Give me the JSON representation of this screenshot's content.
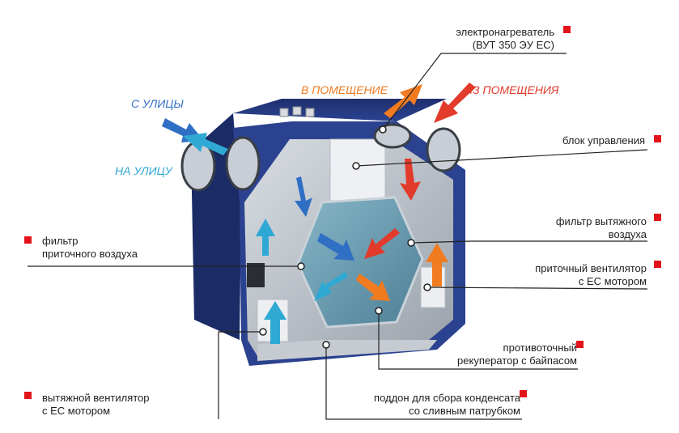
{
  "colors": {
    "marker": "#e3131b",
    "casing": "#253a86",
    "leader": "#222222",
    "fresh_air": "#2f6fc4",
    "exhaust_air": "#2fa9d4",
    "supply_air": "#f07b20",
    "extract_air": "#e23a2b"
  },
  "flows": {
    "from_street": "С УЛИЦЫ",
    "to_street": "НА УЛИЦУ",
    "to_room": "В ПОМЕЩЕНИЕ",
    "from_room": "ИЗ ПОМЕЩЕНИЯ"
  },
  "labels": {
    "heater_line1": "электронагреватель",
    "heater_line2": "(ВУТ 350 ЭУ ЕС)",
    "control_unit": "блок управления",
    "extract_filter_line1": "фильтр вытяжного",
    "extract_filter_line2": "воздуха",
    "supply_fan_line1": "приточный вентилятор",
    "supply_fan_line2": "с ЕС мотором",
    "recuperator_line1": "противоточный",
    "recuperator_line2": "рекуператор с байпасом",
    "condensate_tray_line1": "поддон для сбора конденсата",
    "condensate_tray_line2": "со сливным патрубком",
    "exhaust_fan_line1": "вытяжной  вентилятор",
    "exhaust_fan_line2": "с ЕС мотором",
    "supply_filter_line1": "фильтр",
    "supply_filter_line2": "приточного воздуха"
  }
}
